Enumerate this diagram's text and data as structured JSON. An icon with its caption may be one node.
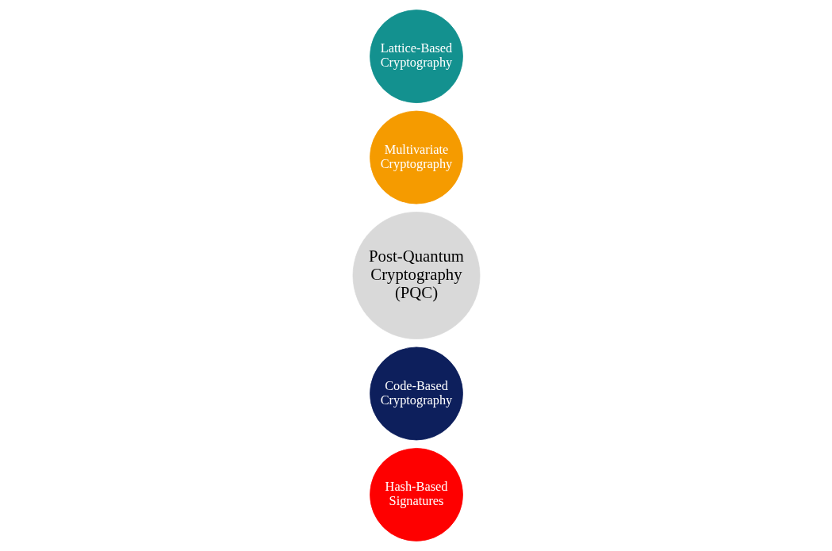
{
  "diagram": {
    "nodes": [
      {
        "text": [
          "Hash-Based Signatures"
        ]
      },
      {
        "text": [
          "Code-Based Cryptography"
        ]
      },
      {
        "text": [
          "Post-Quantum Cryptography (PQC)"
        ]
      },
      {
        "text": [
          "Multivariate Cryptography"
        ]
      },
      {
        "text": [
          "Lattice-Based Cryptography"
        ]
      }
    ],
    "edges": []
  }
}
